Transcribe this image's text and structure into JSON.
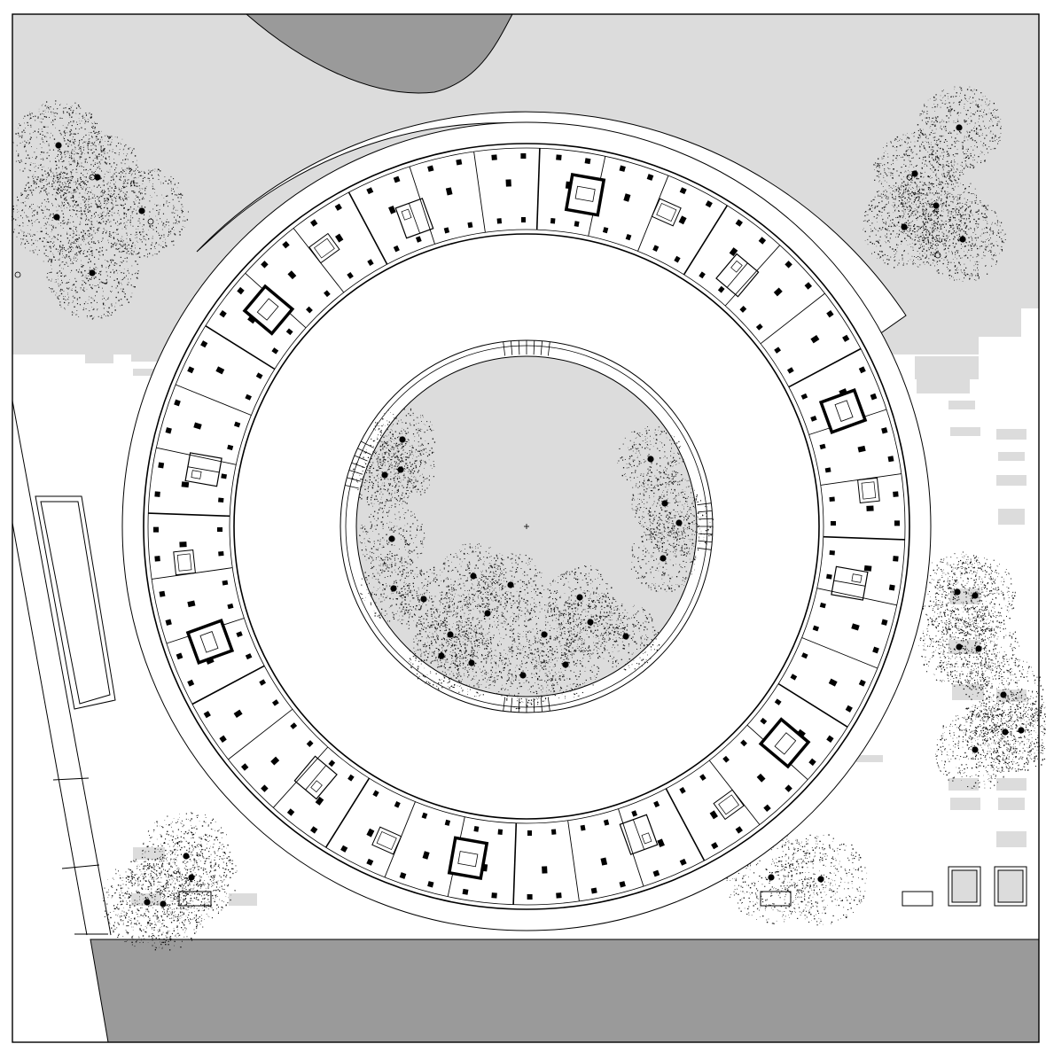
{
  "colors": {
    "paper": "#ffffff",
    "ground": "#dcdcdc",
    "ground_light": "#e4e4e4",
    "water": "#9a9a9a",
    "line": "#000000",
    "tree_dot": "#111111"
  },
  "plan": {
    "drawing_type": "site-plan",
    "ring_building": {
      "unit_rooms": 36,
      "stair_cores": 6,
      "column_pairs_per_room": 2
    },
    "courtyard": {
      "tree_count": 22,
      "stair_openings": 4
    },
    "outer_trees": {
      "northwest_cluster": 5,
      "northeast_cluster": 5,
      "east_cluster": 8,
      "south_clusters": 6
    }
  }
}
